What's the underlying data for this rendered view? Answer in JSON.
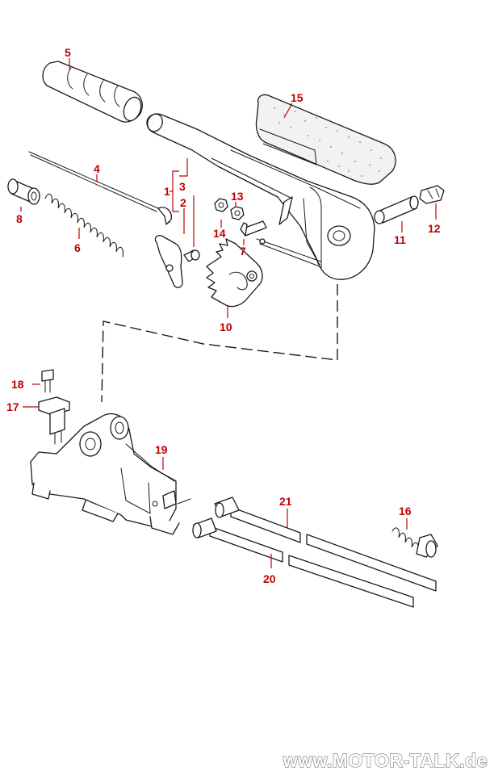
{
  "callouts": {
    "c1": "1",
    "c2": "2",
    "c3": "3",
    "c4": "4",
    "c5": "5",
    "c6": "6",
    "c7": "7",
    "c8": "8",
    "c10": "10",
    "c11": "11",
    "c12": "12",
    "c13": "13",
    "c14": "14",
    "c15": "15",
    "c16": "16",
    "c17": "17",
    "c18": "18",
    "c19": "19",
    "c20": "20",
    "c21": "21"
  },
  "watermark": "www.MOTOR-TALK.de",
  "colors": {
    "callout": "#c00000",
    "line": "#1a1a1a",
    "background": "#ffffff"
  }
}
